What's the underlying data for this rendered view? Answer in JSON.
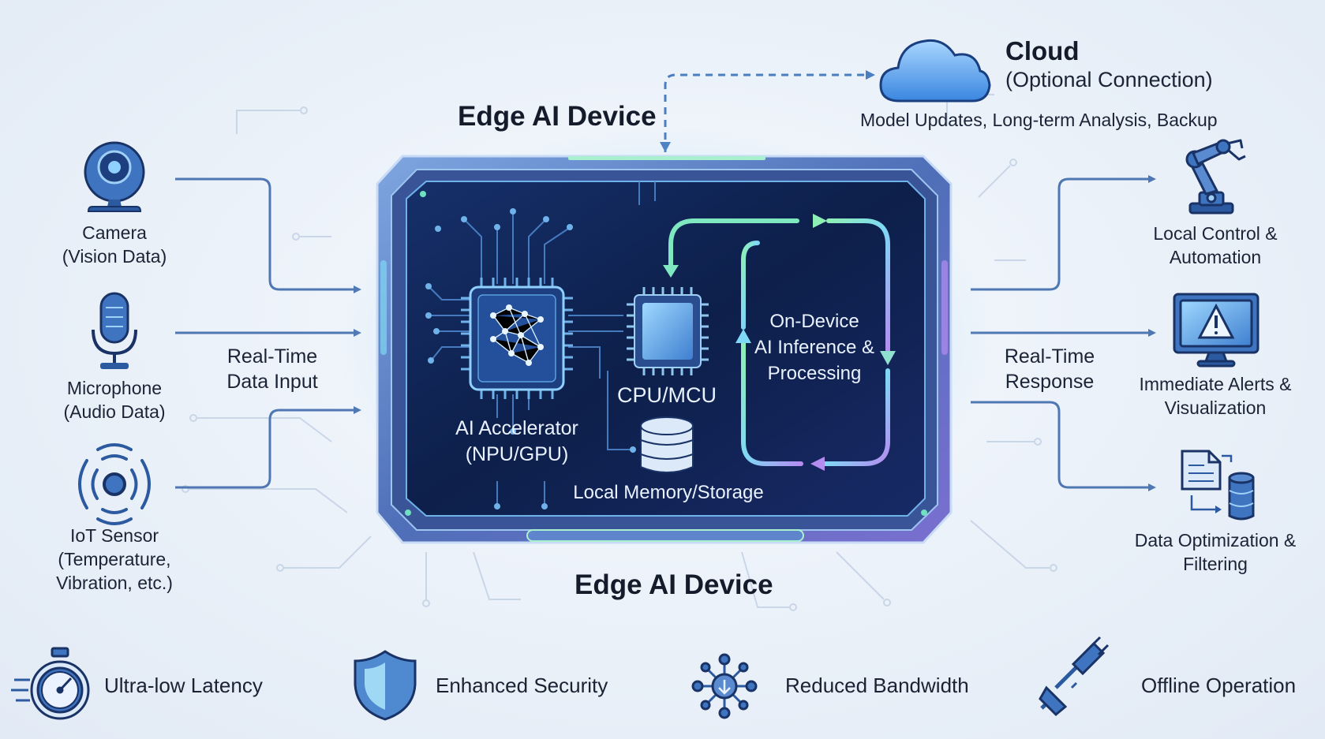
{
  "device": {
    "title_top": "Edge AI Device",
    "title_bottom": "Edge AI Device",
    "accelerator": {
      "line1": "AI Accelerator",
      "line2": "(NPU/GPU)"
    },
    "cpu": "CPU/MCU",
    "memory": "Local Memory/Storage",
    "inference": {
      "line1": "On-Device",
      "line2": "AI Inference &",
      "line3": "Processing"
    }
  },
  "cloud": {
    "title": "Cloud",
    "subtitle": "(Optional Connection)",
    "description": "Model Updates, Long-term Analysis, Backup"
  },
  "inputs": {
    "camera": {
      "line1": "Camera",
      "line2": "(Vision Data)"
    },
    "microphone": {
      "line1": "Microphone",
      "line2": "(Audio Data)"
    },
    "iot": {
      "line1": "IoT Sensor",
      "line2": "(Temperature,",
      "line3": "Vibration, etc.)"
    },
    "label": {
      "line1": "Real-Time",
      "line2": "Data Input"
    }
  },
  "outputs": {
    "control": {
      "line1": "Local Control &",
      "line2": "Automation"
    },
    "alerts": {
      "line1": "Immediate Alerts &",
      "line2": "Visualization"
    },
    "optimization": {
      "line1": "Data Optimization &",
      "line2": "Filtering"
    },
    "label": {
      "line1": "Real-Time",
      "line2": "Response"
    }
  },
  "features": [
    {
      "label": "Ultra-low Latency",
      "icon": "stopwatch-icon"
    },
    {
      "label": "Enhanced Security",
      "icon": "shield-icon"
    },
    {
      "label": "Reduced Bandwidth",
      "icon": "network-hub-icon"
    },
    {
      "label": "Offline Operation",
      "icon": "unplugged-icon"
    }
  ],
  "colors": {
    "accent": "#2f5fa6",
    "arrow": "#4f77b4",
    "glow_green": "#8fe6b0",
    "glow_cyan": "#7fd8f5",
    "glow_purple": "#b58cf0",
    "panel": "#0f2352"
  }
}
